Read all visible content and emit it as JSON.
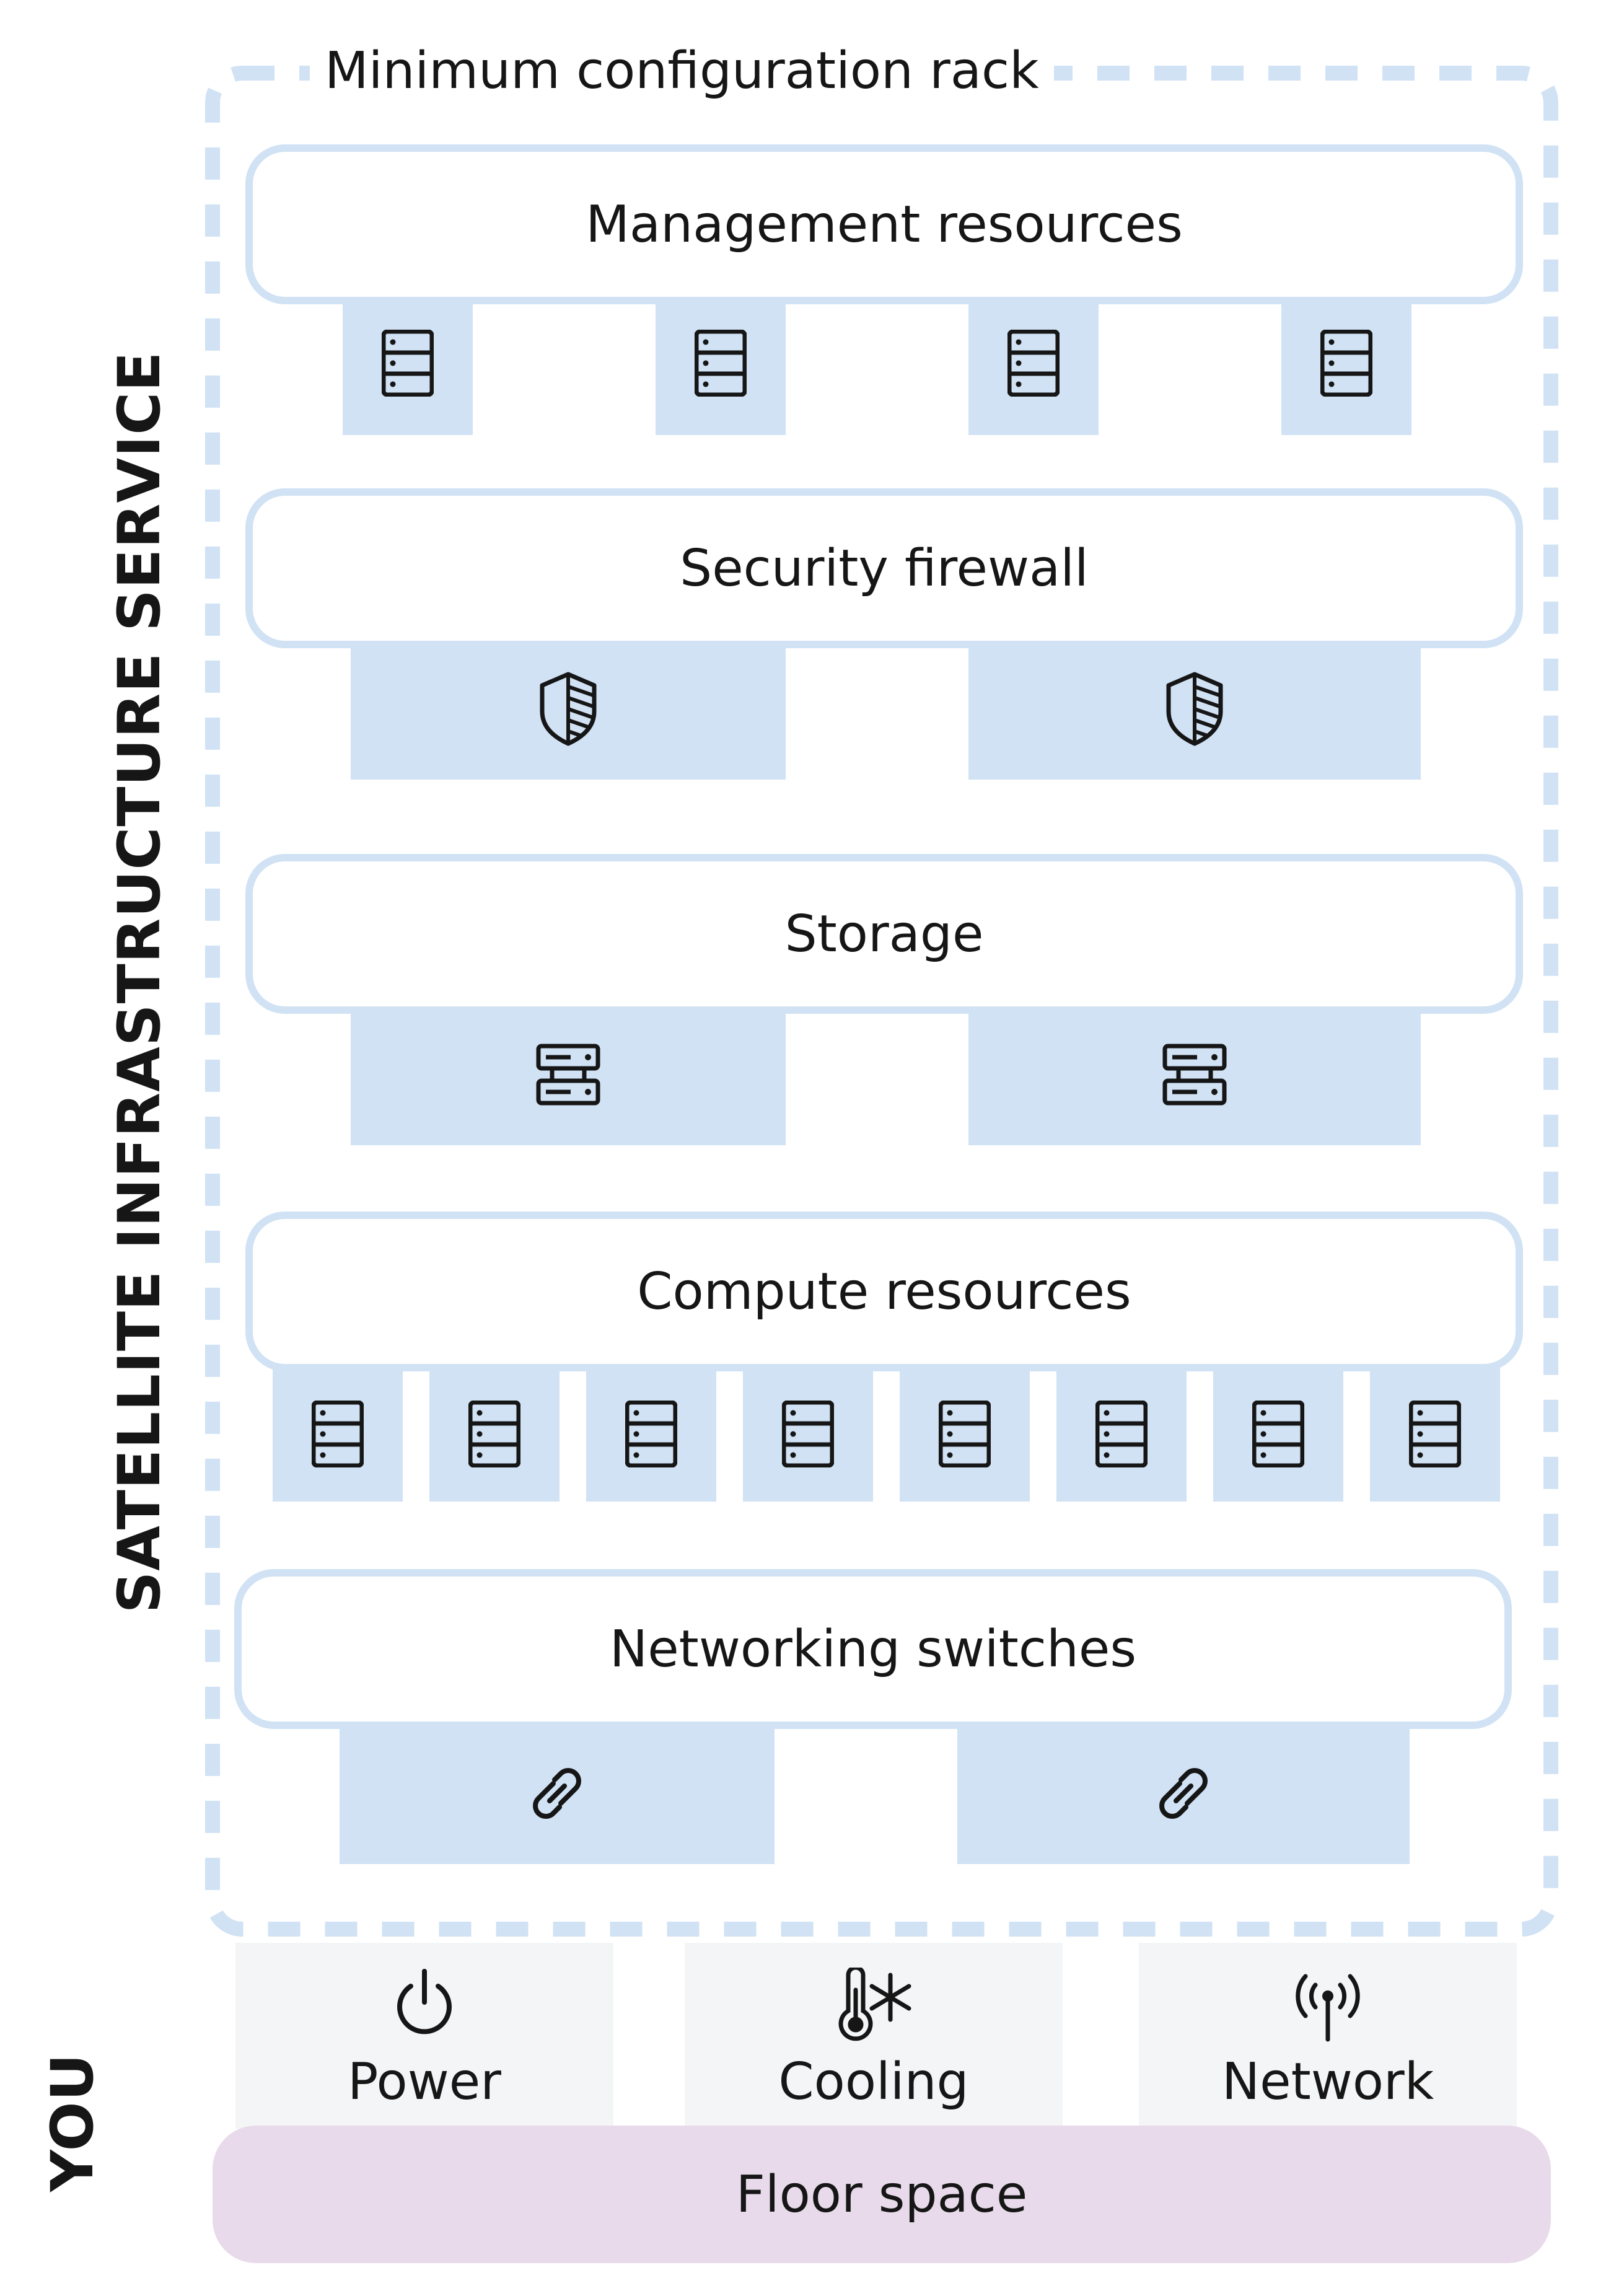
{
  "rack": {
    "title": "Minimum configuration rack"
  },
  "labels": {
    "provider": "SATELLITE INFRASTRUCTURE SERVICE",
    "customer": "YOU"
  },
  "tiers": {
    "management": {
      "label": "Management resources",
      "icon": "server-icon",
      "count": 4
    },
    "security": {
      "label": "Security firewall",
      "icon": "shield-icon",
      "count": 2
    },
    "storage": {
      "label": "Storage",
      "icon": "storage-icon",
      "count": 2
    },
    "compute": {
      "label": "Compute resources",
      "icon": "server-icon",
      "count": 8
    },
    "networking": {
      "label": "Networking switches",
      "icon": "link-icon",
      "count": 2
    }
  },
  "services": {
    "power": {
      "label": "Power",
      "icon": "power-icon"
    },
    "cooling": {
      "label": "Cooling",
      "icon": "thermometer-snowflake-icon"
    },
    "network": {
      "label": "Network",
      "icon": "antenna-icon"
    }
  },
  "floor": {
    "label": "Floor space"
  },
  "colors": {
    "rack_blue": "#d0e2f4",
    "service_gray": "#f4f5f7",
    "floor_purple": "#e8daea",
    "text": "#161616"
  }
}
